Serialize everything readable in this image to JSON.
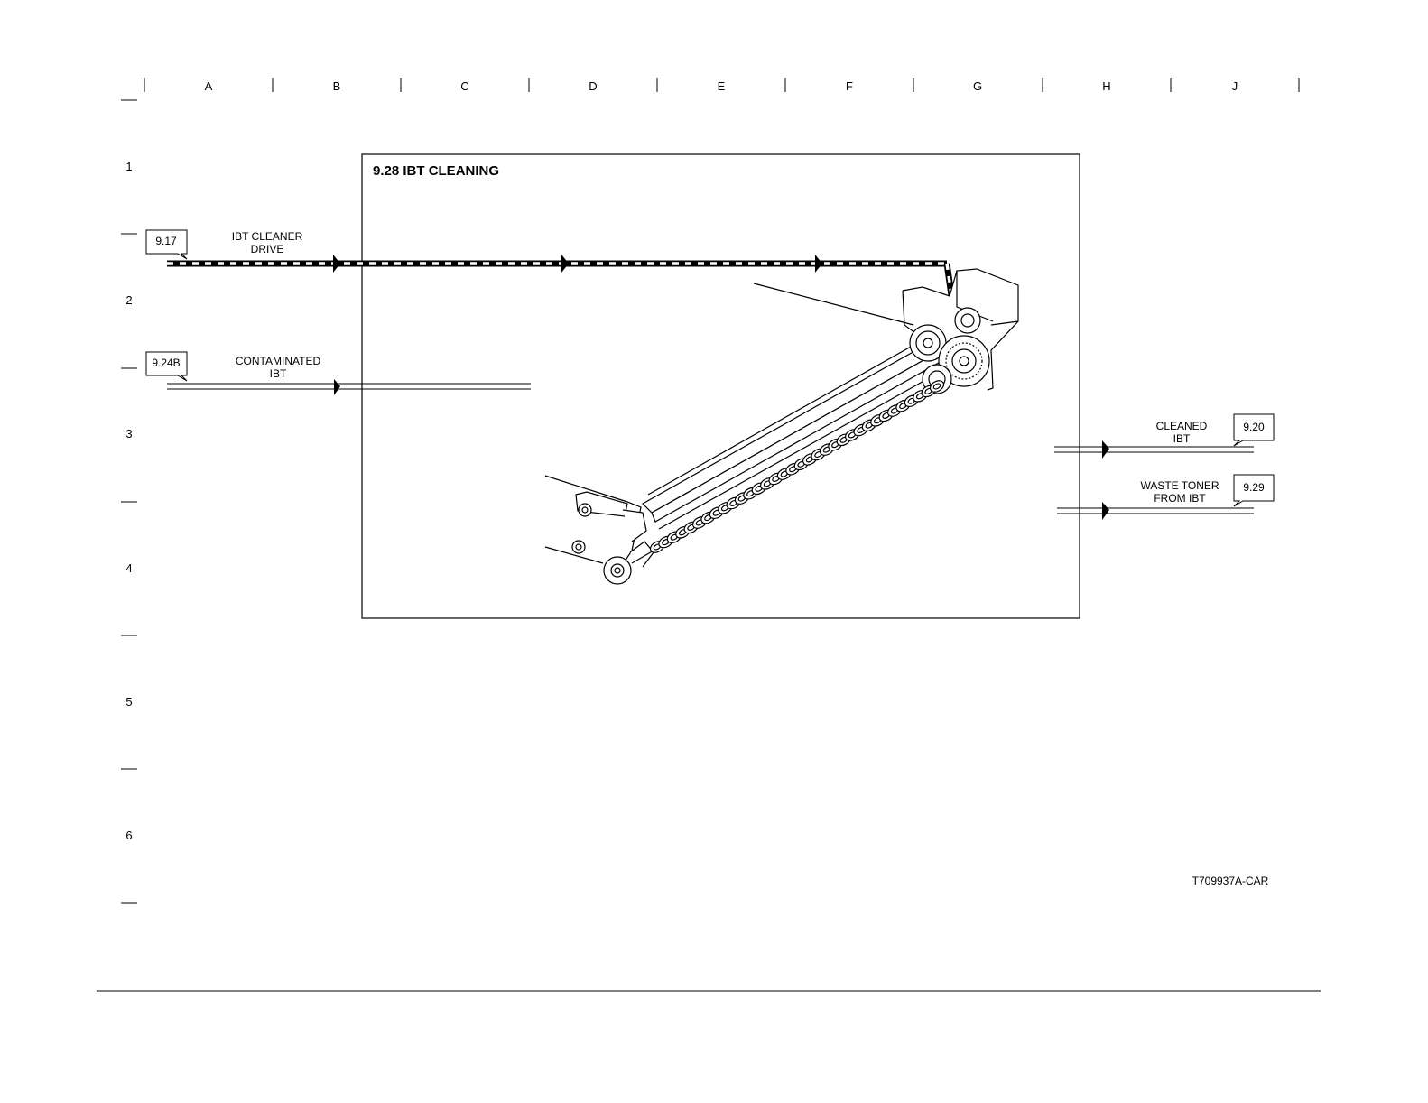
{
  "grid": {
    "columns": [
      "A",
      "B",
      "C",
      "D",
      "E",
      "F",
      "G",
      "H",
      "J"
    ],
    "rows": [
      "1",
      "2",
      "3",
      "4",
      "5",
      "6"
    ]
  },
  "panel": {
    "title": "9.28 IBT CLEANING"
  },
  "inputs": [
    {
      "ref": "9.17",
      "label_line1": "IBT CLEANER",
      "label_line2": "DRIVE"
    },
    {
      "ref": "9.24B",
      "label_line1": "CONTAMINATED",
      "label_line2": "IBT"
    }
  ],
  "outputs": [
    {
      "ref": "9.20",
      "label_line1": "CLEANED",
      "label_line2": "IBT"
    },
    {
      "ref": "9.29",
      "label_line1": "WASTE TONER",
      "label_line2": "FROM IBT"
    }
  ],
  "figure_id": "T709937A-CAR",
  "colors": {
    "line": "#000000",
    "background": "#ffffff"
  }
}
